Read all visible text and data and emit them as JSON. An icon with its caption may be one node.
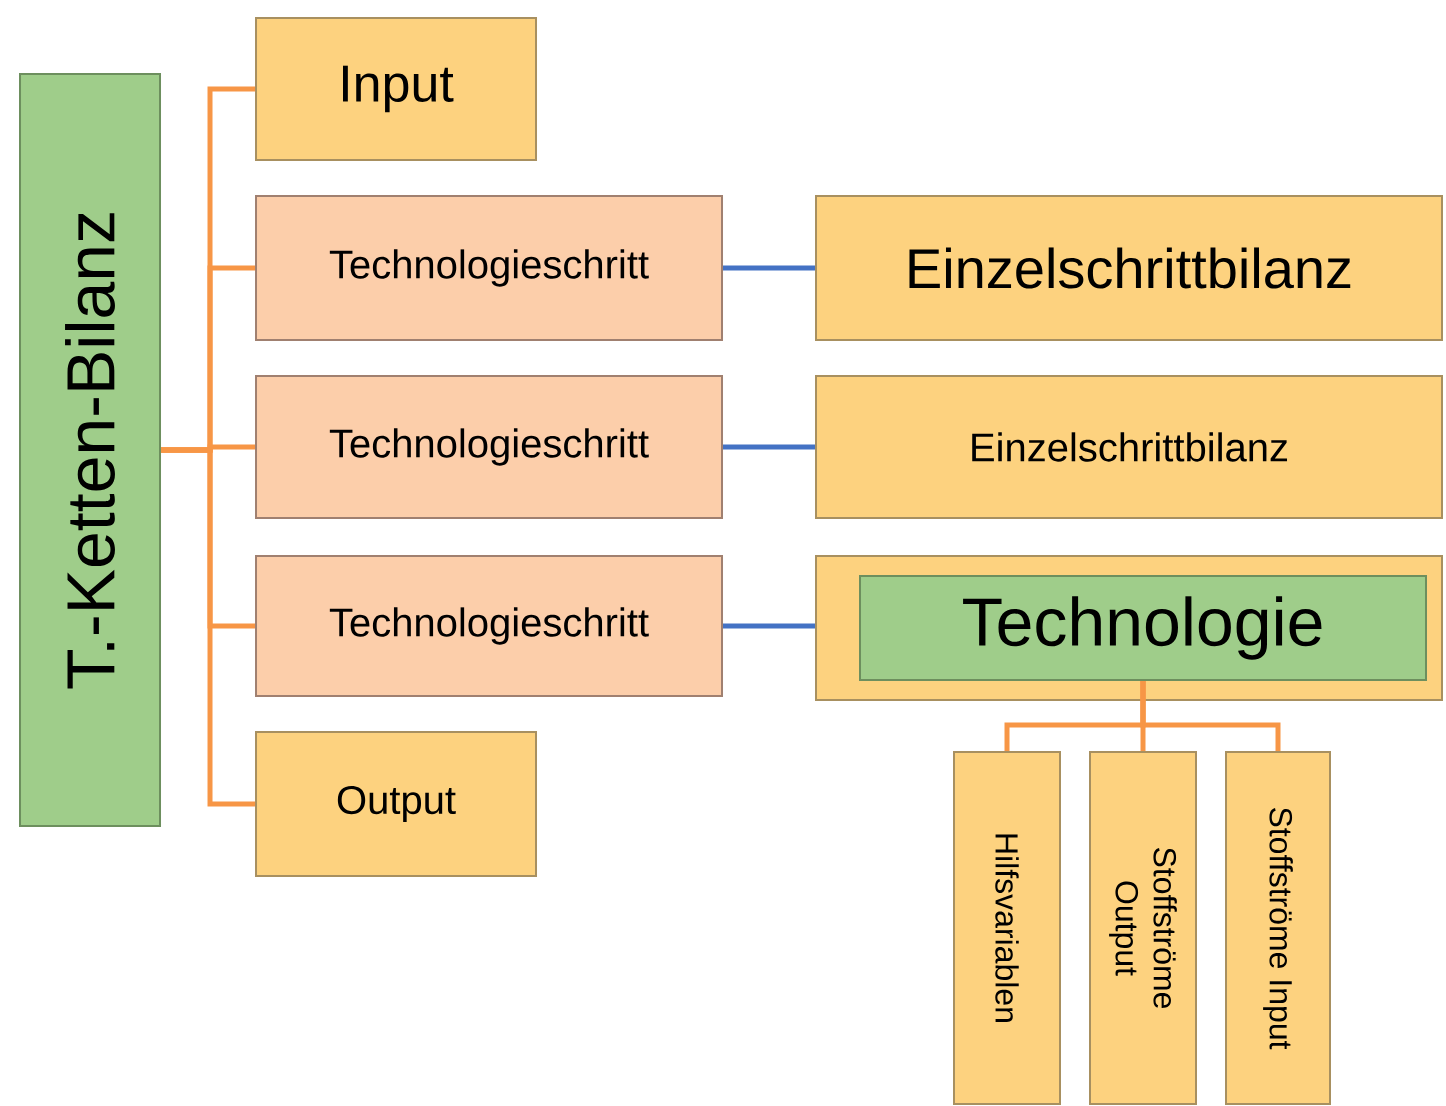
{
  "diagram": {
    "nodes": [
      {
        "text": [
          "T.-Ketten-Bilanz"
        ]
      },
      {
        "text": [
          "Input"
        ]
      },
      {
        "text": [
          "Technologieschritt"
        ]
      },
      {
        "text": [
          "Technologieschritt"
        ]
      },
      {
        "text": [
          "Technologieschritt"
        ]
      },
      {
        "text": [
          "Output"
        ]
      },
      {
        "text": [
          "Einzelschrittbilanz"
        ]
      },
      {
        "text": [
          "Einzelschrittbilanz"
        ]
      },
      {
        "text": [],
        "shape": "box"
      },
      {
        "text": [
          "Technologie"
        ],
        "in": 8
      },
      {
        "text": [
          "Hilfsvariablen"
        ]
      },
      {
        "text": [
          "Stoffströme Output"
        ]
      },
      {
        "text": [
          "Stoffströme Input"
        ]
      }
    ],
    "edges": [
      {
        "from": 0,
        "to": 1,
        "arrow": "none"
      },
      {
        "from": 0,
        "to": 2,
        "arrow": "none"
      },
      {
        "from": 0,
        "to": 3,
        "arrow": "none"
      },
      {
        "from": 0,
        "to": 4,
        "arrow": "none"
      },
      {
        "from": 0,
        "to": 5,
        "arrow": "none"
      },
      {
        "from": 2,
        "to": 6,
        "arrow": "none",
        "color": "#4472c4"
      },
      {
        "from": 3,
        "to": 7,
        "arrow": "none",
        "color": "#4472c4"
      },
      {
        "from": 4,
        "to": 8,
        "arrow": "none",
        "color": "#4472c4"
      },
      {
        "from": 9,
        "to": 10,
        "arrow": "none"
      },
      {
        "from": 9,
        "to": 11,
        "arrow": "none"
      },
      {
        "from": 9,
        "to": 12,
        "arrow": "none"
      }
    ]
  }
}
